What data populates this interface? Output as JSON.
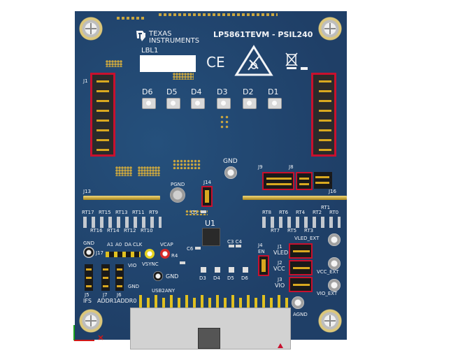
{
  "board": {
    "title": "LP5861TEVM - PSIL240",
    "brand_line1": "TEXAS",
    "brand_line2": "INSTRUMENTS",
    "label_box": "LBL1",
    "ce_mark": "CE",
    "colors": {
      "pcb": "#1f3f67",
      "highlight": "#c8102e",
      "gold": "#d9a820"
    }
  },
  "leds": [
    "D6",
    "D5",
    "D4",
    "D3",
    "D2",
    "D1"
  ],
  "connectors": {
    "j1": "J1",
    "j13": "J13",
    "j16": "J16",
    "j9": "J9",
    "j8": "J8",
    "j14": "J14",
    "j4": "J4",
    "j1b": "J1",
    "j2": "J2",
    "j3": "J3",
    "j5": "J5",
    "j6": "J6",
    "j7": "J7",
    "j17": "J17"
  },
  "testpoints": {
    "gnd_top": "GND",
    "pgnd": "PGND",
    "gnd_left": "GND",
    "gnd_bottom": "GND",
    "vsync": "VSYNC",
    "vcap": "VCAP",
    "usb2any": "USB2ANY",
    "vled_ext": "VLED_EXT",
    "vcc_ext": "VCC_EXT",
    "vio_ext": "VIO_EXT",
    "agnd": "AGND"
  },
  "resistors_left_top": [
    "RT17",
    "RT15",
    "RT13",
    "RT11",
    "RT9"
  ],
  "resistors_left_bottom": [
    "RT16",
    "RT14",
    "RT12",
    "RT10"
  ],
  "resistors_right_top": [
    "RT8",
    "RT6",
    "RT4",
    "RT2",
    "RT0"
  ],
  "resistors_right_bottom": [
    "RT7",
    "RT5",
    "RT3"
  ],
  "rt1": "RT1",
  "ic": "U1",
  "caps": {
    "c5": "C5",
    "c6": "C6",
    "c3c4": "C3 C4",
    "r4": "R4"
  },
  "led_small": [
    "D3",
    "D4",
    "D5",
    "D6"
  ],
  "addr_labels": {
    "a1": "A1",
    "a0": "A0",
    "da": "DA",
    "clk": "CLK",
    "vio": "VIO",
    "gnd": "GND"
  },
  "bottom_labels": {
    "ifs": "IFS",
    "addr1": "ADDR1",
    "addr0": "ADDR0"
  },
  "jumper_labels": {
    "en": "EN",
    "vled": "VLED",
    "vcc": "VCC",
    "vio": "VIO"
  }
}
